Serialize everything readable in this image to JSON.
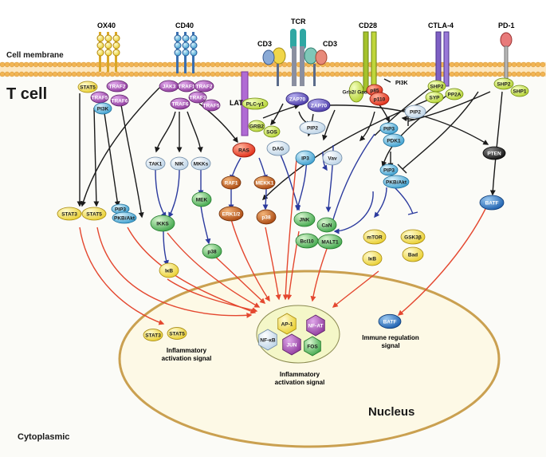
{
  "title": "T cell",
  "membrane_label": "Cell membrane",
  "nucleus_label": "Nucleus",
  "cytoplasm_label": "Cytoplasmic",
  "receptors": {
    "ox40": "OX40",
    "cd40": "CD40",
    "tcr": "TCR",
    "cd3_left": "CD3",
    "cd3_right": "CD3",
    "cd28": "CD28",
    "ctla4": "CTLA-4",
    "pd1": "PD-1",
    "lat": "LAT",
    "pi3k": "PI3K"
  },
  "molecules": {
    "stat5_mem": "STAT5",
    "traf2_ox": "TRAF2",
    "traf5_ox": "TRAF5",
    "pi3k_ox": "PI3K",
    "traf6_ox": "TRAF6",
    "jak3": "JAK3",
    "traf1": "TRAF1",
    "traf2_cd40": "TRAF2",
    "traf3": "TRAF3",
    "traf5_cd40": "TRAF5",
    "traf6_cd40": "TRAF6",
    "plcg1": "PLC-γ1",
    "zap70_a": "ZAP70",
    "zap70_b": "ZAP70",
    "grb2": "GRB2",
    "sos": "SOS",
    "grb2_gads": "Grb2/ Gads",
    "p85": "p85",
    "p110": "p110",
    "shp2_ctla": "SHP2",
    "syp": "SYP",
    "pp2a": "PP2A",
    "shp2_pd": "SHP2",
    "shp1": "SHP1",
    "pip2_a": "PIP2",
    "pip2_b": "PIP2",
    "pip3_a": "PIP3",
    "pdk1": "PDK1",
    "ras": "RAS",
    "dag": "DAG",
    "ip3": "IP3",
    "vav": "Vav",
    "pten": "PTEN",
    "tak1": "TAK1",
    "nik": "NIK",
    "mkks": "MKKs",
    "pip3_b": "PIP3",
    "pkb_akt_b": "PKB/Akt",
    "batf_cyto": "BATF",
    "raf1": "RAF1",
    "mekk1": "MEKK1",
    "stat3": "STAT3",
    "stat5": "STAT5",
    "pip3_c": "PIP3",
    "pkb_akt_c": "PKB/Akt",
    "ikks": "IKKS",
    "mek": "MEK",
    "erk12": "ERK1/2",
    "p38_a": "p38",
    "jnk": "JNK",
    "can": "CaN",
    "bcl10": "Bcl10",
    "malt1": "MALT1",
    "mtor": "mTOR",
    "gsk3b": "GSK3β",
    "p38_b": "p38",
    "ikb_a": "IκB",
    "ikb_b": "IκB",
    "bad": "Bad"
  },
  "nucleus_molecules": {
    "stat3": "STAT3",
    "stat5": "STAT5",
    "ap1": "AP-1",
    "nfat": "NF-AT",
    "nfkb": "NF-κB",
    "jun": "JUN",
    "fos": "FOS",
    "batf": "BATF"
  },
  "signals": {
    "inflam_left_1": "Inflammatory",
    "inflam_left_2": "activation signal",
    "inflam_center_1": "Inflammatory",
    "inflam_center_2": "activation signal",
    "immune_1": "Immune regulation",
    "immune_2": "signal"
  },
  "colors": {
    "membrane": "#f2c07a",
    "nucleus_fill": "#fdf9e6",
    "nucleus_stroke": "#caa050",
    "black_arrow": "#1a1a1a",
    "blue_arrow": "#2b3a9e",
    "red_arrow": "#e4472f",
    "yellow_mol": "#f4e35a",
    "purple_mol": "#9c4ba8",
    "blue_mol": "#5fb4dc",
    "green_mol": "#67c25c",
    "orange_mol": "#c9641e",
    "lightblue_mol": "#cfe3f1"
  }
}
